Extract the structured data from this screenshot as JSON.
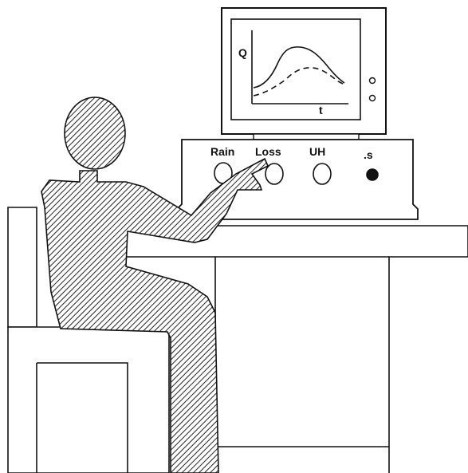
{
  "monitor": {
    "graph": {
      "y_axis_label": "Q",
      "x_axis_label": "t",
      "series": [
        {
          "style": "solid",
          "shape": "rising to a peak then receding (observed hydrograph)"
        },
        {
          "style": "dashed",
          "shape": "lower, delayed peak (modelled hydrograph)"
        }
      ]
    },
    "indicator_lights": 2
  },
  "control_panel": {
    "knobs": [
      {
        "label": "Rain"
      },
      {
        "label": "Loss"
      },
      {
        "label": "UH"
      },
      {
        "label": ".s"
      }
    ]
  },
  "colors": {
    "ink": "#111111",
    "paper": "#ffffff",
    "hatch": "#222222"
  },
  "icons": [
    "person-figure",
    "chair",
    "desk",
    "monitor",
    "control-box"
  ]
}
